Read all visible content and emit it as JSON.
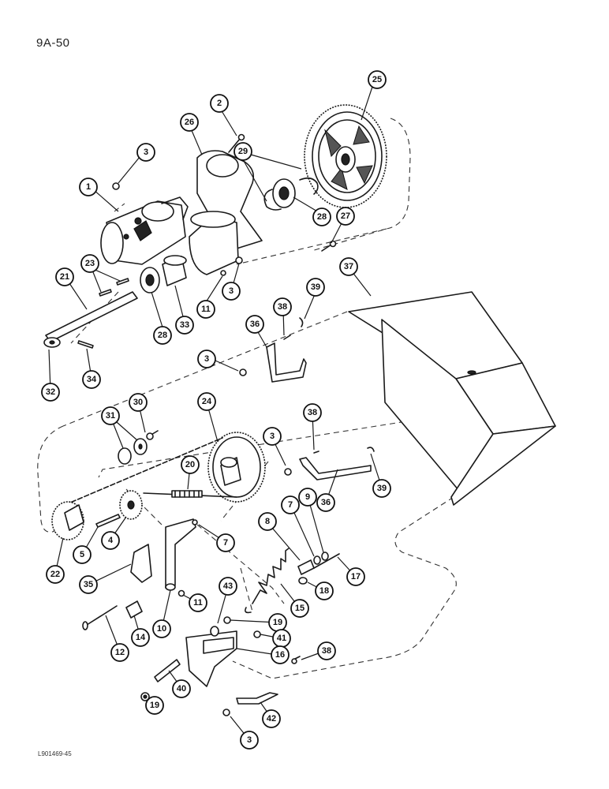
{
  "page": {
    "label": "9A-50",
    "figure_code": "L901469-45"
  },
  "callouts": [
    "25",
    "2",
    "26",
    "3",
    "29",
    "1",
    "28",
    "27",
    "23",
    "37",
    "21",
    "11",
    "3",
    "39",
    "38",
    "28",
    "33",
    "36",
    "32",
    "34",
    "3",
    "30",
    "24",
    "31",
    "38",
    "3",
    "20",
    "39",
    "36",
    "9",
    "7",
    "8",
    "22",
    "4",
    "5",
    "7",
    "35",
    "17",
    "18",
    "43",
    "11",
    "15",
    "10",
    "19",
    "12",
    "14",
    "41",
    "16",
    "38",
    "40",
    "19",
    "42",
    "3"
  ]
}
